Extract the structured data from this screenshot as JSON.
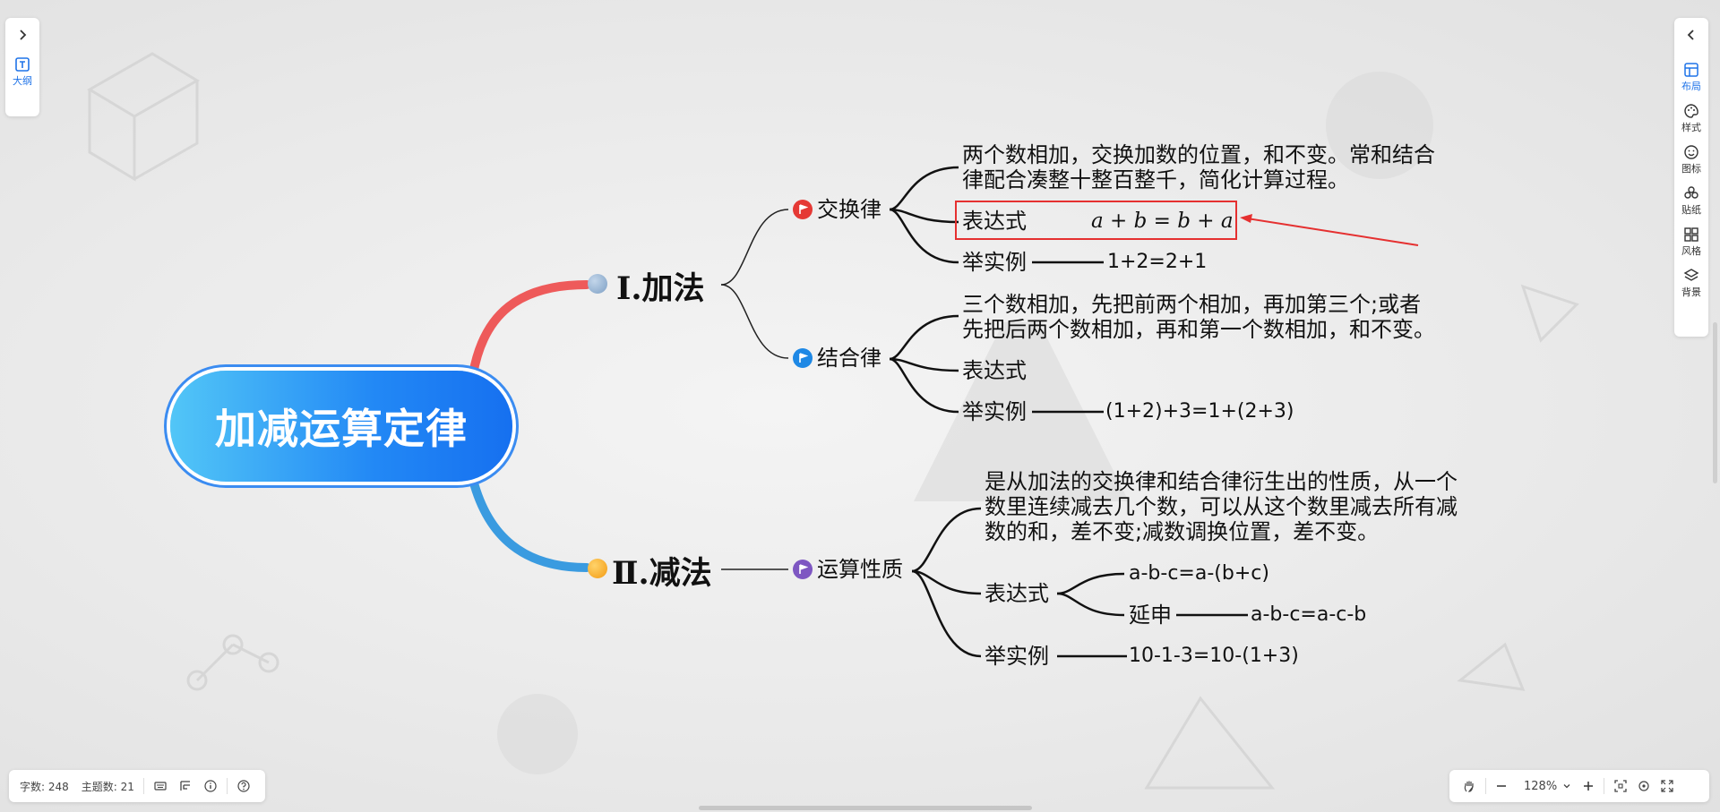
{
  "root": {
    "title": "加减运算定律"
  },
  "branches": {
    "add": {
      "label": "Ⅰ.加法"
    },
    "sub": {
      "label": "Ⅱ.减法"
    }
  },
  "topics": {
    "commutative": {
      "label": "交换律",
      "desc_line1": "两个数相加，交换加数的位置，和不变。常和结合",
      "desc_line2": "律配合凑整十整百整千，简化计算过程。",
      "expr_label": "表达式",
      "formula": "a + b = b + a",
      "example_label": "举实例",
      "example": "1+2=2+1"
    },
    "associative": {
      "label": "结合律",
      "desc_line1": "三个数相加，先把前两个相加，再加第三个;或者",
      "desc_line2": "先把后两个数相加，再和第一个数相加，和不变。",
      "expr_label": "表达式",
      "example_label": "举实例",
      "example": "(1+2)+3=1+(2+3)"
    },
    "property": {
      "label": "运算性质",
      "desc_line1": "是从加法的交换律和结合律衍生出的性质，从一个",
      "desc_line2": "数里连续减去几个数，可以从这个数里减去所有减",
      "desc_line3": "数的和，差不变;减数调换位置，差不变。",
      "expr_label": "表达式",
      "expr": "a-b-c=a-(b+c)",
      "extend_label": "延申",
      "extend": "a-b-c=a-c-b",
      "example_label": "举实例",
      "example": "10-1-3=10-(1+3)"
    }
  },
  "left_panel": {
    "outline_label": "大纲"
  },
  "right_panel": {
    "items": [
      {
        "label": "布局",
        "icon": "layout-icon"
      },
      {
        "label": "样式",
        "icon": "palette-icon"
      },
      {
        "label": "图标",
        "icon": "smiley-icon"
      },
      {
        "label": "贴纸",
        "icon": "sticker-icon"
      },
      {
        "label": "风格",
        "icon": "style-grid-icon"
      },
      {
        "label": "背景",
        "icon": "layers-icon"
      }
    ]
  },
  "status_bar": {
    "word_count": "字数: 248",
    "topic_count": "主题数: 21"
  },
  "zoom_bar": {
    "zoom": "128%"
  },
  "colors": {
    "add_branch": "#ee5a5a",
    "sub_branch": "#3a9be0",
    "accent": "#1f73e8",
    "highlight": "#e53030"
  }
}
